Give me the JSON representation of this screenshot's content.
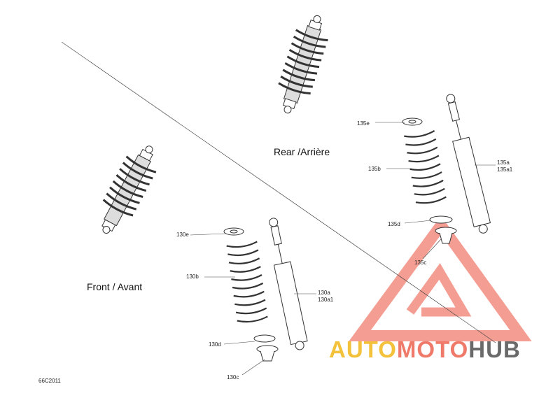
{
  "sections": {
    "rear": "Rear /Arrière",
    "front": "Front / Avant"
  },
  "callouts": {
    "c135e": "135e",
    "c135b": "135b",
    "c135a": "135a",
    "c135a1": "135a1",
    "c135d": "135d",
    "c135c": "135c",
    "c130e": "130e",
    "c130b": "130b",
    "c130a": "130a",
    "c130a1": "130a1",
    "c130d": "130d",
    "c130c": "130c"
  },
  "figure_code": "66C2011",
  "watermark": {
    "part1": "AUTO",
    "part2": "MOTO",
    "part3": "HUB",
    "colors": {
      "part1": "#f3c23a",
      "part2": "#ef7a6a",
      "part3": "#6a6a6a",
      "logo": "#ef6a5a"
    }
  }
}
